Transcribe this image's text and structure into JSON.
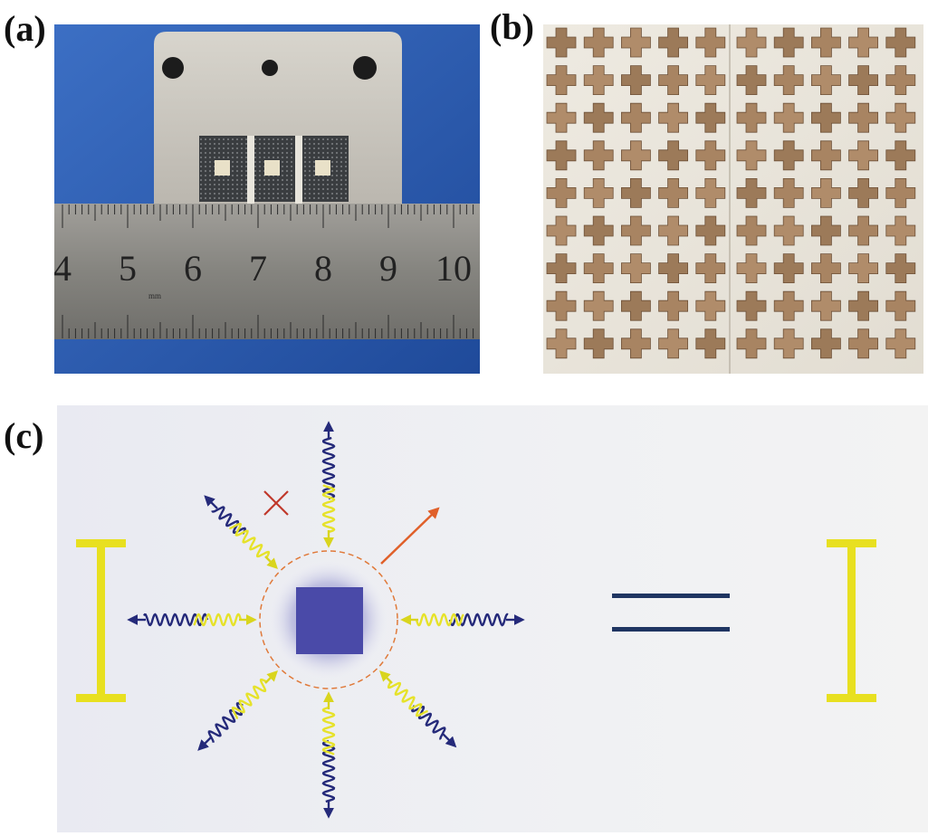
{
  "figure": {
    "panels": [
      {
        "id": "a",
        "label": "(a)"
      },
      {
        "id": "b",
        "label": "(b)"
      },
      {
        "id": "c",
        "label": "(c)"
      }
    ],
    "ruler": {
      "numbers": [
        "4",
        "5",
        "6",
        "7",
        "8",
        "9",
        "10"
      ],
      "unit_mark": "mm"
    },
    "colors": {
      "photo_background_blue": "#2f5fb0",
      "metal_plate": "#c9c6bf",
      "ruler": "#8d8c88",
      "tile_tan": "#a88462",
      "tile_background": "#efece4",
      "square_blue": "#4a4aa8",
      "wave_yellow": "#e6e22a",
      "wave_navy": "#252a7a",
      "arrow_orange": "#e0602a",
      "cross_red": "#c0392b",
      "equals_navy": "#1f3561",
      "bracket_yellow": "#e8e020"
    }
  }
}
